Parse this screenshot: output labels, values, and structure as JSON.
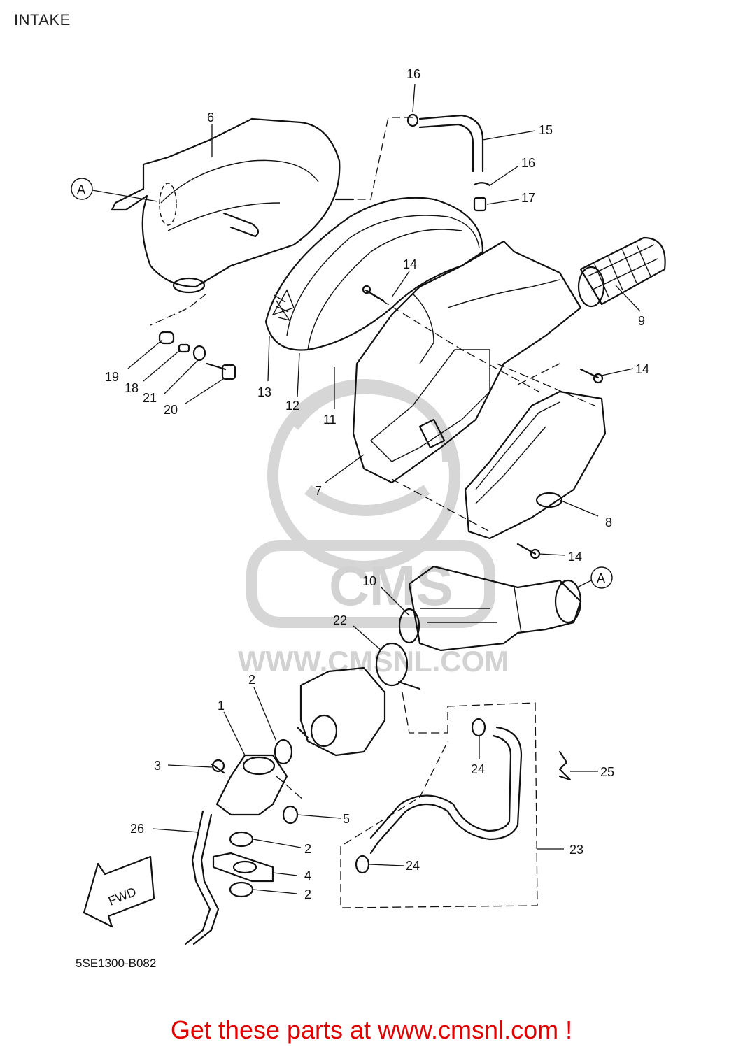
{
  "header": {
    "title": "INTAKE"
  },
  "diagram_code": "5SE1300-B082",
  "footer": {
    "promo": "Get these parts at www.cmsnl.com !"
  },
  "watermark": {
    "text_main": "CMS",
    "text_url": "WWW.CMSNL.COM"
  },
  "callouts": {
    "c1": "1",
    "c2a": "2",
    "c2b": "2",
    "c2c": "2",
    "c3": "3",
    "c4": "4",
    "c5": "5",
    "c6": "6",
    "c7": "7",
    "c8": "8",
    "c9": "9",
    "c10": "10",
    "c11": "11",
    "c12": "12",
    "c13": "13",
    "c14a": "14",
    "c14b": "14",
    "c14c": "14",
    "c15": "15",
    "c16a": "16",
    "c16b": "16",
    "c17": "17",
    "c18": "18",
    "c19": "19",
    "c20": "20",
    "c21": "21",
    "c22": "22",
    "c23": "23",
    "c24a": "24",
    "c24b": "24",
    "c25": "25",
    "c26": "26",
    "refA1": "A",
    "refA2": "A",
    "fwd": "FWD"
  },
  "colors": {
    "footer_text": "#e00000",
    "line": "#111111",
    "watermark": "#d6d6d6"
  }
}
